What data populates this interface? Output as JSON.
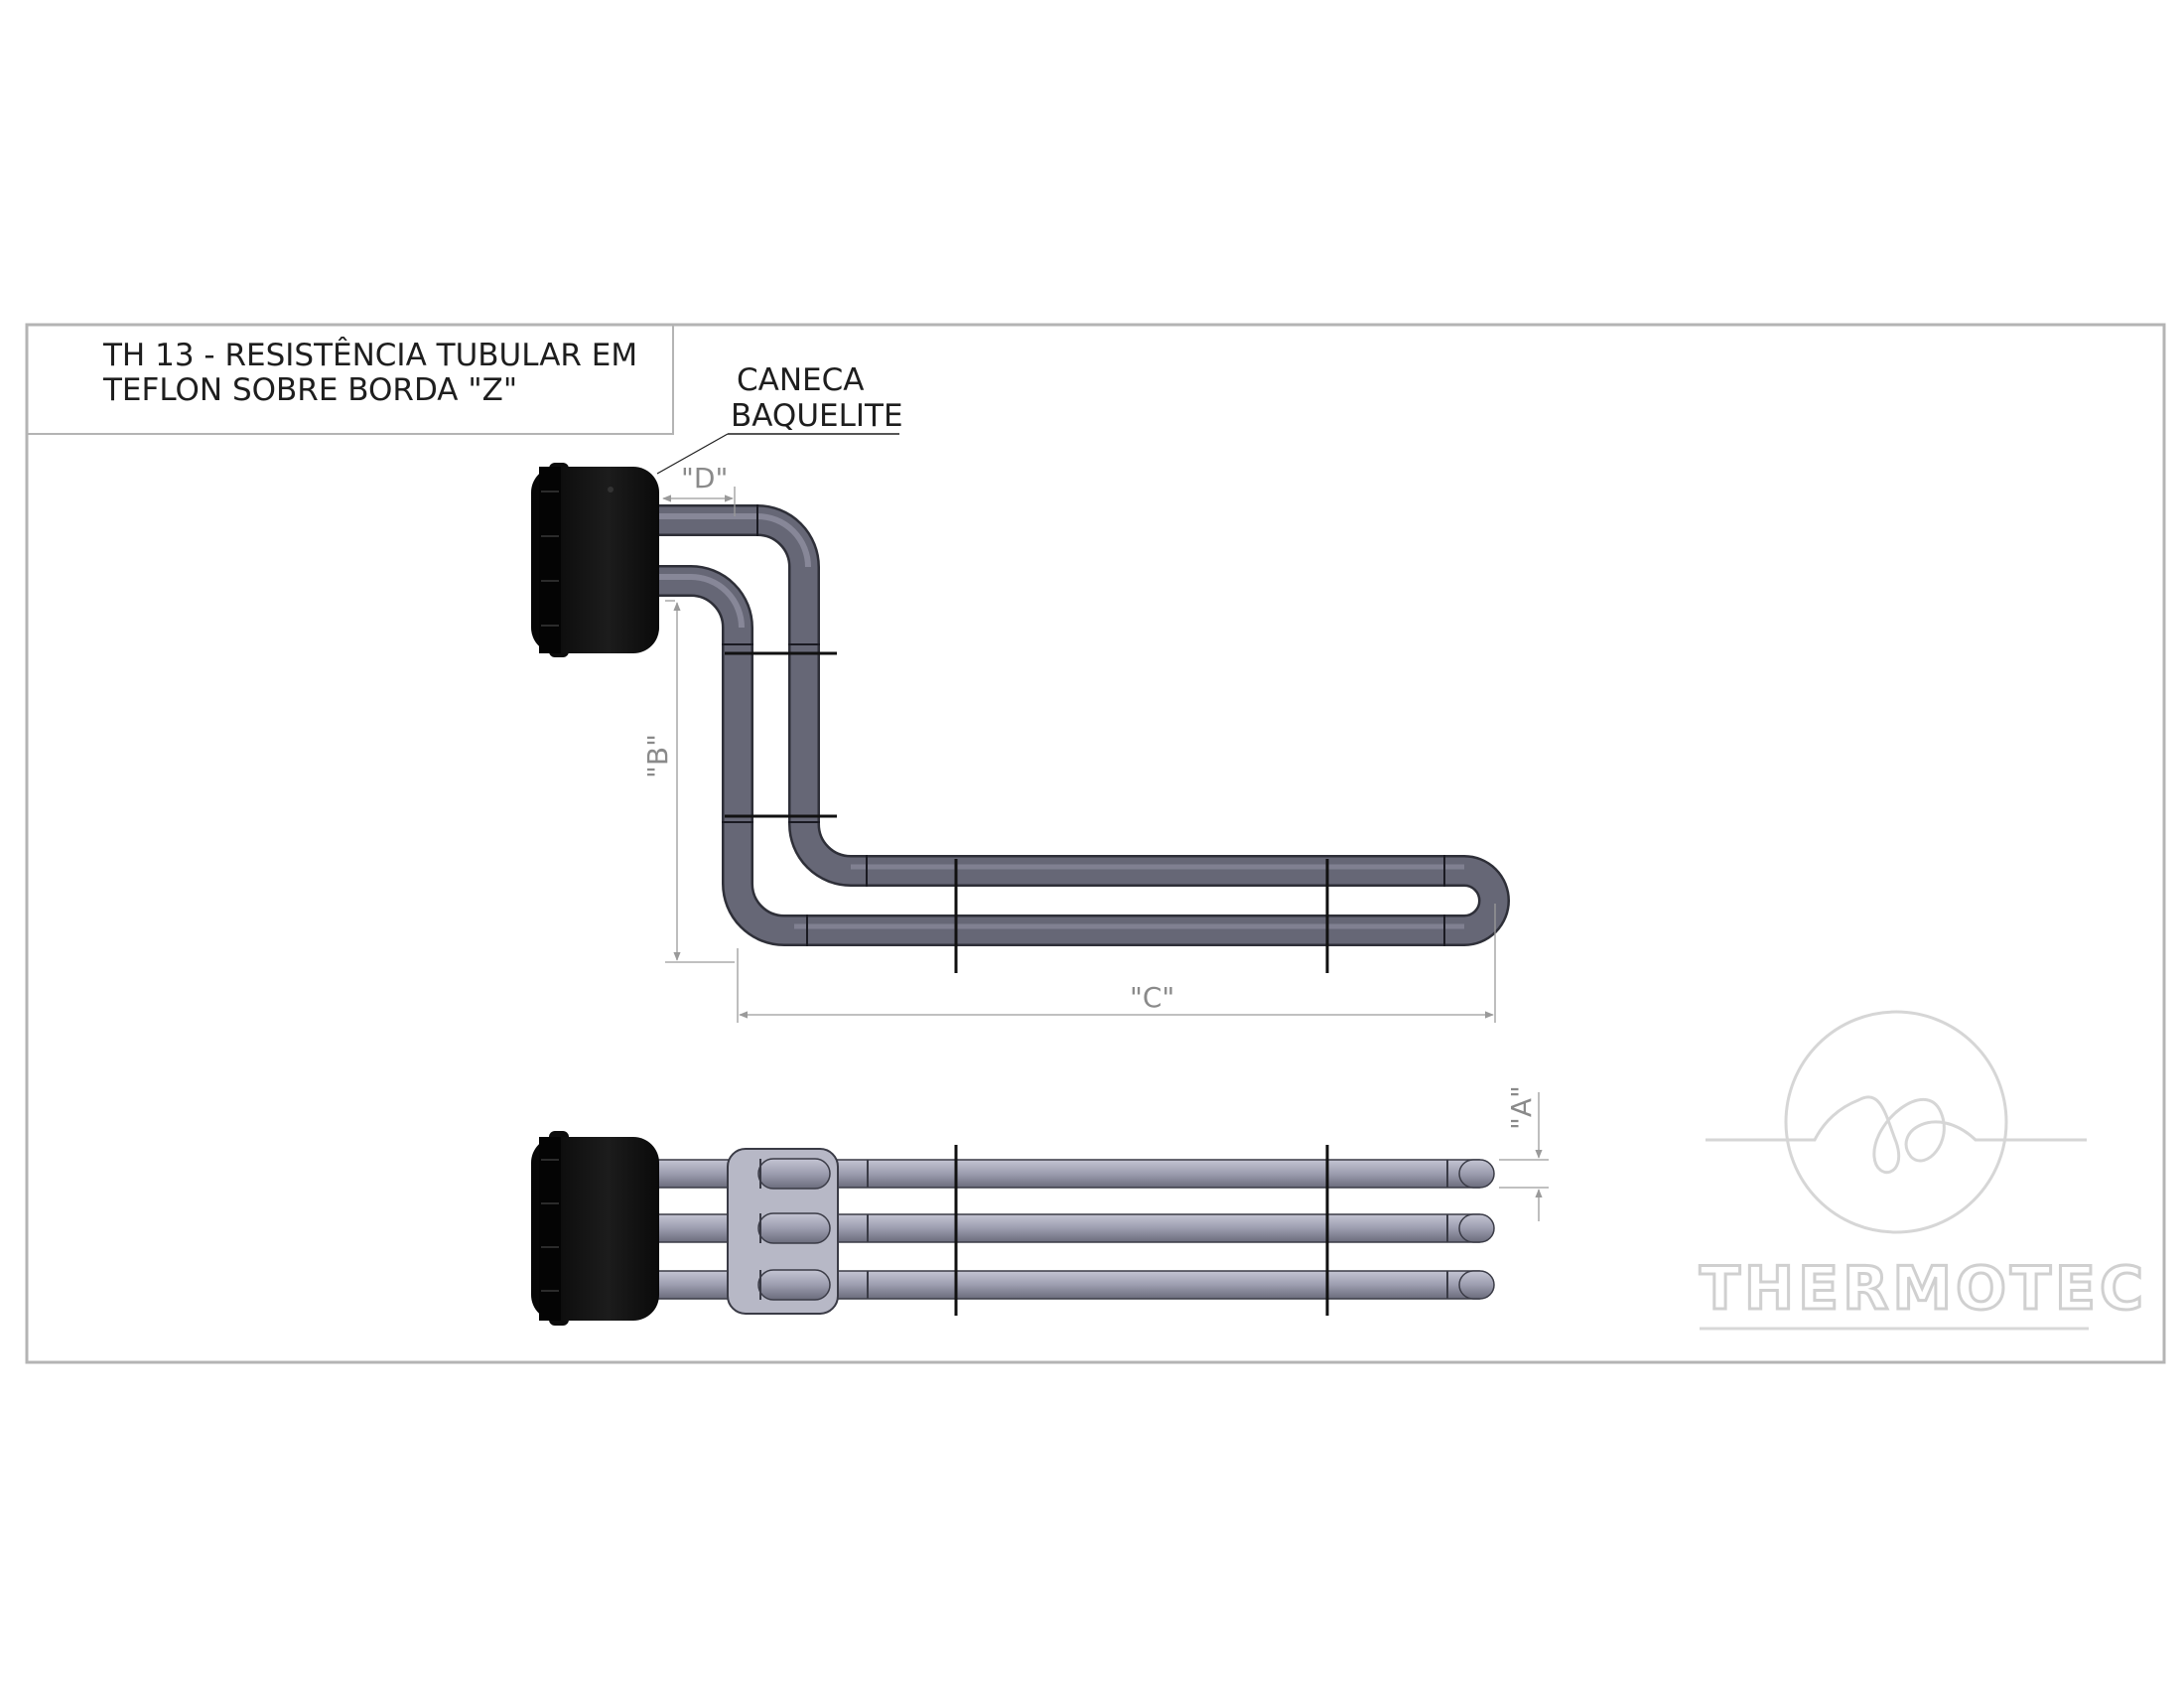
{
  "title_block": {
    "line1": "TH 13 - RESISTÊNCIA TUBULAR EM",
    "line2": "TEFLON SOBRE BORDA \"Z\""
  },
  "callout": {
    "line1": "CANECA",
    "line2": "BAQUELITE"
  },
  "dimensions": {
    "a": "\"A\"",
    "b": "\"B\"",
    "c": "\"C\"",
    "d": "\"D\""
  },
  "logo": {
    "brand": "THERMOTEC"
  },
  "colors": {
    "tube": "#5f606e",
    "tube_highlight": "#9a9aa8",
    "cap": "#111111",
    "frame": "#b4b4b4",
    "dimension": "#9a9a9a",
    "logo": "#c8c8c8"
  }
}
